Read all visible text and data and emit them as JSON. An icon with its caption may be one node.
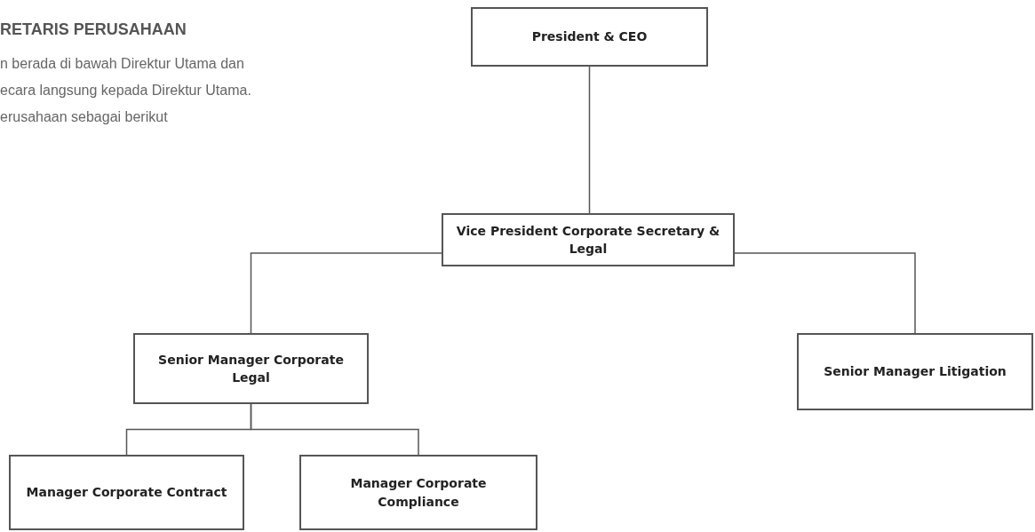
{
  "diagram": {
    "title": "RETARIS PERUSAHAAN",
    "nodes": [
      {
        "text": [
          "President & CEO"
        ]
      },
      {
        "text": [
          "Vice President Corporate Secretary & Legal"
        ]
      },
      {
        "text": [
          "Senior Manager Corporate Legal"
        ]
      },
      {
        "text": [
          "Senior Manager Litigation"
        ]
      },
      {
        "text": [
          "Manager Corporate Contract"
        ]
      },
      {
        "text": [
          "Manager Corporate Compliance"
        ]
      }
    ],
    "edges": [
      {
        "from": 0,
        "to": 1,
        "arrow": "none"
      },
      {
        "from": 1,
        "to": 2,
        "arrow": "none"
      },
      {
        "from": 1,
        "to": 3,
        "arrow": "none"
      },
      {
        "from": 2,
        "to": 4,
        "arrow": "none"
      },
      {
        "from": 2,
        "to": 5,
        "arrow": "none"
      }
    ],
    "labels": [
      "n berada di bawah Direktur Utama dan",
      "ecara langsung kepada Direktur Utama.",
      "erusahaan sebagai berikut"
    ]
  }
}
